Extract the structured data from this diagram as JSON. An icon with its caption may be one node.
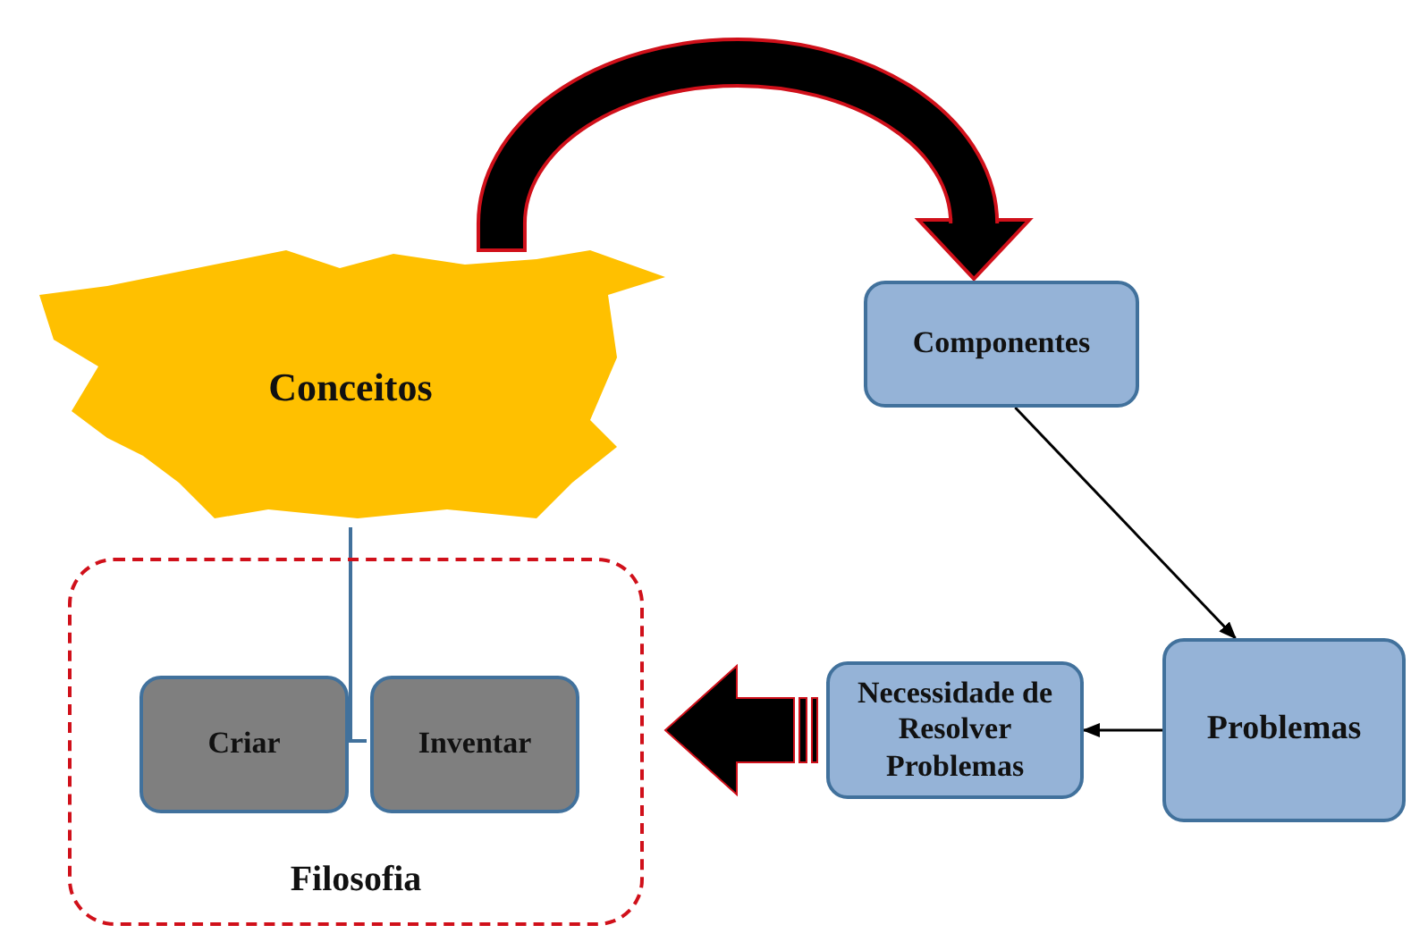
{
  "diagram": {
    "nodes": [
      {
        "text": [
          "Conceitos"
        ]
      },
      {
        "text": [
          "Filosofia"
        ]
      },
      {
        "text": [
          "Criar"
        ],
        "in": 1
      },
      {
        "text": [
          "Inventar"
        ],
        "in": 1
      },
      {
        "text": [
          "Componentes"
        ]
      },
      {
        "text": [
          "Problemas"
        ]
      },
      {
        "text": [
          "Necessidade de Resolver Problemas"
        ]
      }
    ],
    "edges": [
      {
        "from": 0,
        "to": 4,
        "arrow": "to",
        "style": "thick"
      },
      {
        "from": 4,
        "to": 5,
        "arrow": "to"
      },
      {
        "from": 5,
        "to": 6,
        "arrow": "to"
      },
      {
        "from": 6,
        "to": 1,
        "arrow": "to",
        "style": "thick"
      },
      {
        "from": 0,
        "to": 2,
        "arrow": "none",
        "color": "#41719c"
      },
      {
        "from": 0,
        "to": 3,
        "arrow": "none",
        "color": "#41719c"
      }
    ]
  }
}
